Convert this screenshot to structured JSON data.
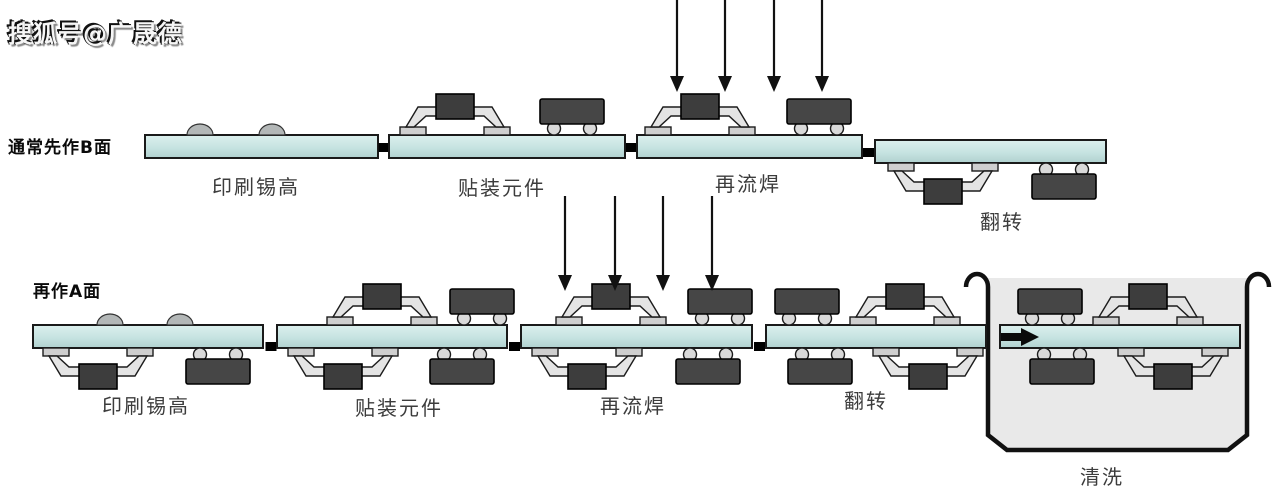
{
  "watermark": "搜狐号@广晟德",
  "colors": {
    "board_fill": "#c9e5e3",
    "component_body": "#3d3d3d",
    "lead": "#e4e4e4",
    "pad": "#cfcfcf",
    "solder_bump": "#b3b7b7",
    "tank_fill": "#e9e9e9",
    "outline": "#111111",
    "background": "#ffffff"
  },
  "rows": {
    "b": {
      "label": "通常先作B面",
      "stages": [
        "印刷锡高",
        "贴装元件",
        "再流焊",
        "翻转"
      ]
    },
    "a": {
      "label": "再作A面",
      "stages": [
        "印刷锡高",
        "贴装元件",
        "再流焊",
        "翻转",
        "清洗"
      ]
    }
  }
}
